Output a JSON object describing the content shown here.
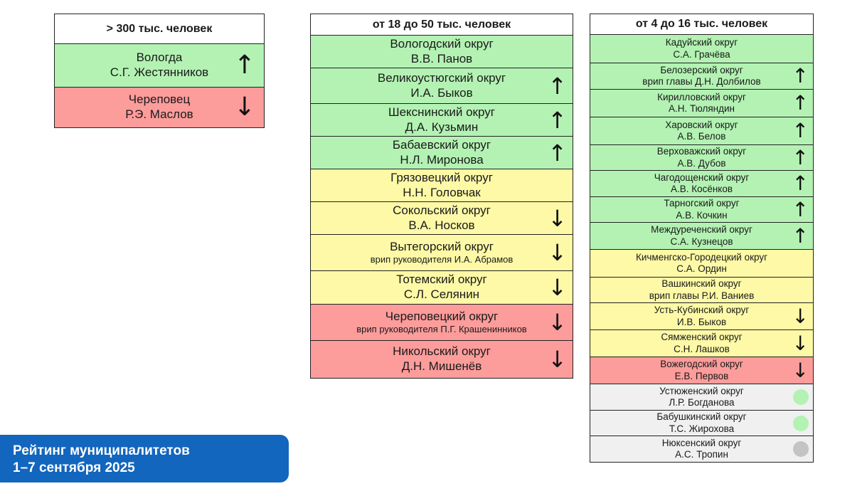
{
  "table1": {
    "header": "> 300 тыс. человек",
    "rows": [
      {
        "line1": "Вологда",
        "line2": "С.Г. Жестянников",
        "status": "green",
        "trend": "up"
      },
      {
        "line1": "Череповец",
        "line2": "Р.Э. Маслов",
        "status": "red",
        "trend": "down"
      }
    ]
  },
  "table2": {
    "header": "от 18 до 50 тыс. человек",
    "rows": [
      {
        "line1": "Вологодский округ",
        "line2": "В.В. Панов",
        "status": "green",
        "trend": ""
      },
      {
        "line1": "Великоустюгский округ",
        "line2": "И.А. Быков",
        "status": "green",
        "trend": "up"
      },
      {
        "line1": "Шекснинский округ",
        "line2": "Д.А. Кузьмин",
        "status": "green",
        "trend": "up"
      },
      {
        "line1": "Бабаевский округ",
        "line2": "Н.Л. Миронова",
        "status": "green",
        "trend": "up"
      },
      {
        "line1": "Грязовецкий округ",
        "line2": "Н.Н. Головчак",
        "status": "yellow",
        "trend": ""
      },
      {
        "line1": "Сокольский округ",
        "line2": "В.А. Носков",
        "status": "yellow",
        "trend": "down"
      },
      {
        "line1": "Вытегорский округ",
        "line2": "врип руководителя И.А. Абрамов",
        "status": "yellow",
        "trend": "down",
        "small": true
      },
      {
        "line1": "Тотемский округ",
        "line2": "С.Л. Селянин",
        "status": "yellow",
        "trend": "down"
      },
      {
        "line1": "Череповецкий округ",
        "line2": "врип руководителя П.Г. Крашенинников",
        "status": "red",
        "trend": "down",
        "small": true
      },
      {
        "line1": "Никольский округ",
        "line2": "Д.Н. Мишенёв",
        "status": "red",
        "trend": "down"
      }
    ]
  },
  "table3": {
    "header": "от 4 до 16 тыс. человек",
    "rows": [
      {
        "line1": "Кадуйский округ",
        "line2": "С.А. Грачёва",
        "status": "green",
        "trend": ""
      },
      {
        "line1": "Белозерский округ",
        "line2": "врип главы Д.Н. Долбилов",
        "status": "green",
        "trend": "up"
      },
      {
        "line1": "Кирилловский округ",
        "line2": "А.Н. Тюляндин",
        "status": "green",
        "trend": "up"
      },
      {
        "line1": "Харовский округ",
        "line2": "А.В. Белов",
        "status": "green",
        "trend": "up"
      },
      {
        "line1": "Верховажский округ",
        "line2": "А.В. Дубов",
        "status": "green",
        "trend": "up"
      },
      {
        "line1": "Чагодощенский округ",
        "line2": "А.В. Косёнков",
        "status": "green",
        "trend": "up"
      },
      {
        "line1": "Тарногский округ",
        "line2": "А.В. Кочкин",
        "status": "green",
        "trend": "up"
      },
      {
        "line1": "Междуреченский округ",
        "line2": "С.А. Кузнецов",
        "status": "green",
        "trend": "up"
      },
      {
        "line1": "Кичменгско-Городецкий округ",
        "line2": "С.А. Ордин",
        "status": "yellow",
        "trend": ""
      },
      {
        "line1": "Вашкинский округ",
        "line2": "врип главы Р.И. Ваниев",
        "status": "yellow",
        "trend": ""
      },
      {
        "line1": "Усть-Кубинский округ",
        "line2": "И.В. Быков",
        "status": "yellow",
        "trend": "down"
      },
      {
        "line1": "Сямженский округ",
        "line2": "С.Н. Лашков",
        "status": "yellow",
        "trend": "down"
      },
      {
        "line1": "Вожегодский округ",
        "line2": "Е.В. Первов",
        "status": "red",
        "trend": "down"
      },
      {
        "line1": "Устюженский округ",
        "line2": "Л.Р. Богданова",
        "status": "gray",
        "trend": "",
        "dot": "#b3f2b3"
      },
      {
        "line1": "Бабушкинский округ",
        "line2": "Т.С. Жирохова",
        "status": "gray",
        "trend": "",
        "dot": "#b3f2b3"
      },
      {
        "line1": "Нюксенский округ",
        "line2": "А.С. Тропин",
        "status": "gray",
        "trend": "",
        "dot": "#c4c4c4"
      }
    ]
  },
  "banner": {
    "line1": "Рейтинг муниципалитетов",
    "line2": "1–7 сентября 2025"
  },
  "icons": {
    "up": "arrow-up-icon",
    "down": "arrow-down-icon",
    "dot": "status-dot-icon"
  }
}
